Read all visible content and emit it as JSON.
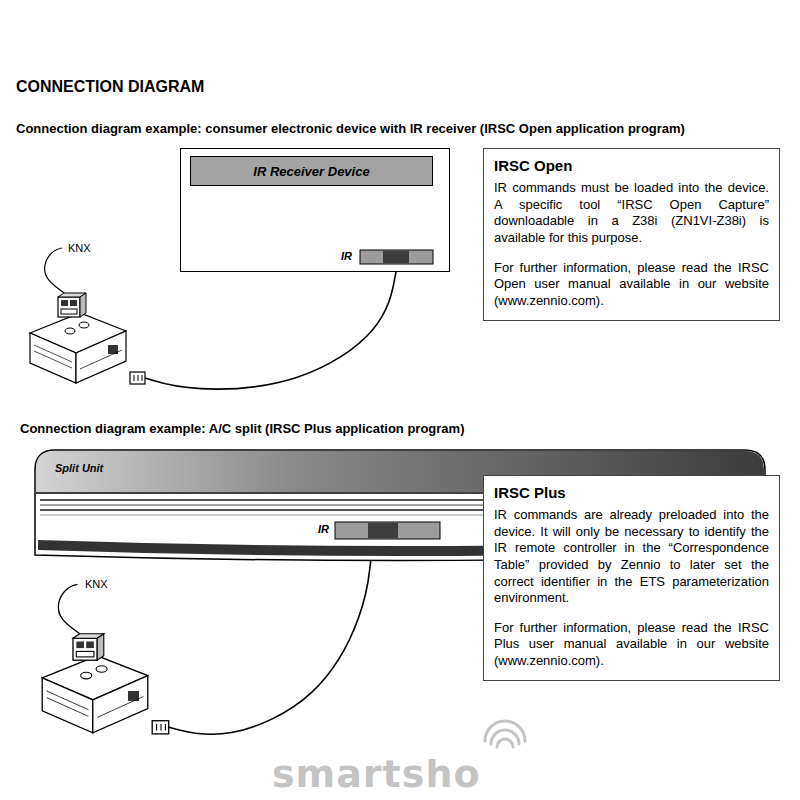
{
  "diagram": {
    "title": "CONNECTION DIAGRAM",
    "nodes": [
      {
        "text": [
          "IR"
        ]
      },
      {
        "text": [
          "IR Receiver Device"
        ],
        "in": 0
      },
      {
        "text": [
          "IRSC Open",
          "IR commands must be loaded into the device. A specific tool “IRSC Open Capture” downloadable in a Z38i (ZN1VI-Z38i) is available for this purpose.",
          "For further information, please read the IRSC Open user manual available in our website (www.zennio.com)."
        ]
      },
      {
        "text": [
          "KNX"
        ]
      },
      {
        "text": [
          "Split Unit",
          "IR"
        ]
      },
      {
        "text": [
          "IRSC Plus",
          "IR commands are already preloaded into the device. It will only be necessary to identify the IR remote controller in the “Correspondence Table” provided by Zennio to later set the correct identifier in the ETS parameterization environment.",
          "For further information, please read the IRSC Plus user manual available in our website (www.zennio.com)."
        ]
      },
      {
        "text": [
          "KNX"
        ]
      }
    ],
    "edges": [
      {
        "from": 3,
        "to": 0,
        "arrow": "none"
      },
      {
        "from": 6,
        "to": 4,
        "arrow": "none"
      }
    ],
    "labels": [
      "Connection diagram example: consumer electronic device with IR receiver (IRSC Open application program)",
      "Connection diagram example: A/C split (IRSC Plus application program)",
      "smartsho"
    ]
  }
}
